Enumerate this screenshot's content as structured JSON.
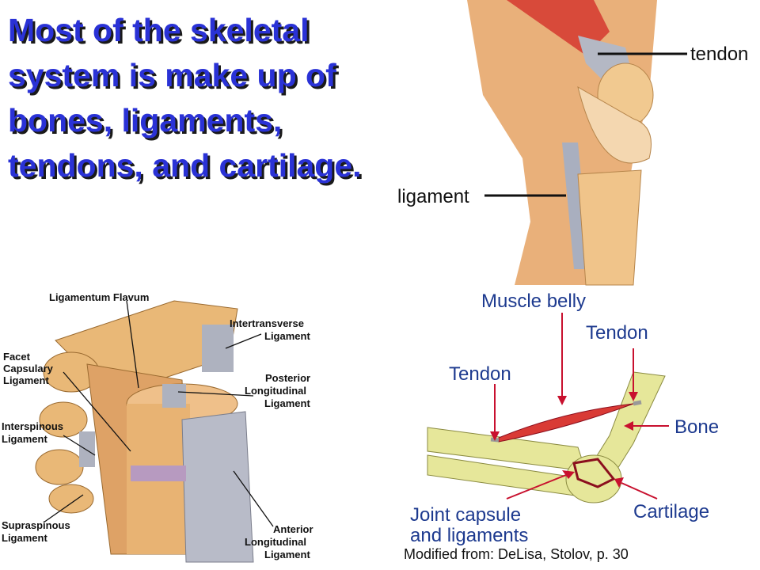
{
  "slide": {
    "title": "Most of the skeletal system is make up of bones, ligaments, tendons, and cartilage."
  },
  "knee_figure": {
    "labels": {
      "tendon": "tendon",
      "ligament": "ligament"
    }
  },
  "spine_figure": {
    "labels": {
      "ligamentum_flavum": "Ligamentum Flavum",
      "intertransverse_1": "Intertransverse",
      "intertransverse_2": "Ligament",
      "facet_1": "Facet",
      "facet_2": "Capsulary",
      "facet_3": "Ligament",
      "posterior_1": "Posterior",
      "posterior_2": "Longitudinal",
      "posterior_3": "Ligament",
      "interspinous_1": "Interspinous",
      "interspinous_2": "Ligament",
      "supraspinous_1": "Supraspinous",
      "supraspinous_2": "Ligament",
      "anterior_1": "Anterior",
      "anterior_2": "Longitudinal",
      "anterior_3": "Ligament"
    }
  },
  "elbow_figure": {
    "labels": {
      "muscle_belly": "Muscle belly",
      "tendon_right": "Tendon",
      "tendon_left": "Tendon",
      "bone": "Bone",
      "joint_capsule_1": "Joint capsule",
      "joint_capsule_2": "and ligaments",
      "cartilage": "Cartilage"
    },
    "credit": "Modified from: DeLisa, Stolov, p. 30"
  },
  "colors": {
    "title_text": "#2a32d6",
    "title_shadow": "#1a1a1a",
    "bone": "#e9b877",
    "muscle": "#d23b3b",
    "ligament": "#9aa0b0",
    "elbow_bone": "#e6e79a",
    "elbow_label": "#1d3a8f",
    "arrow_red": "#c8102e"
  }
}
